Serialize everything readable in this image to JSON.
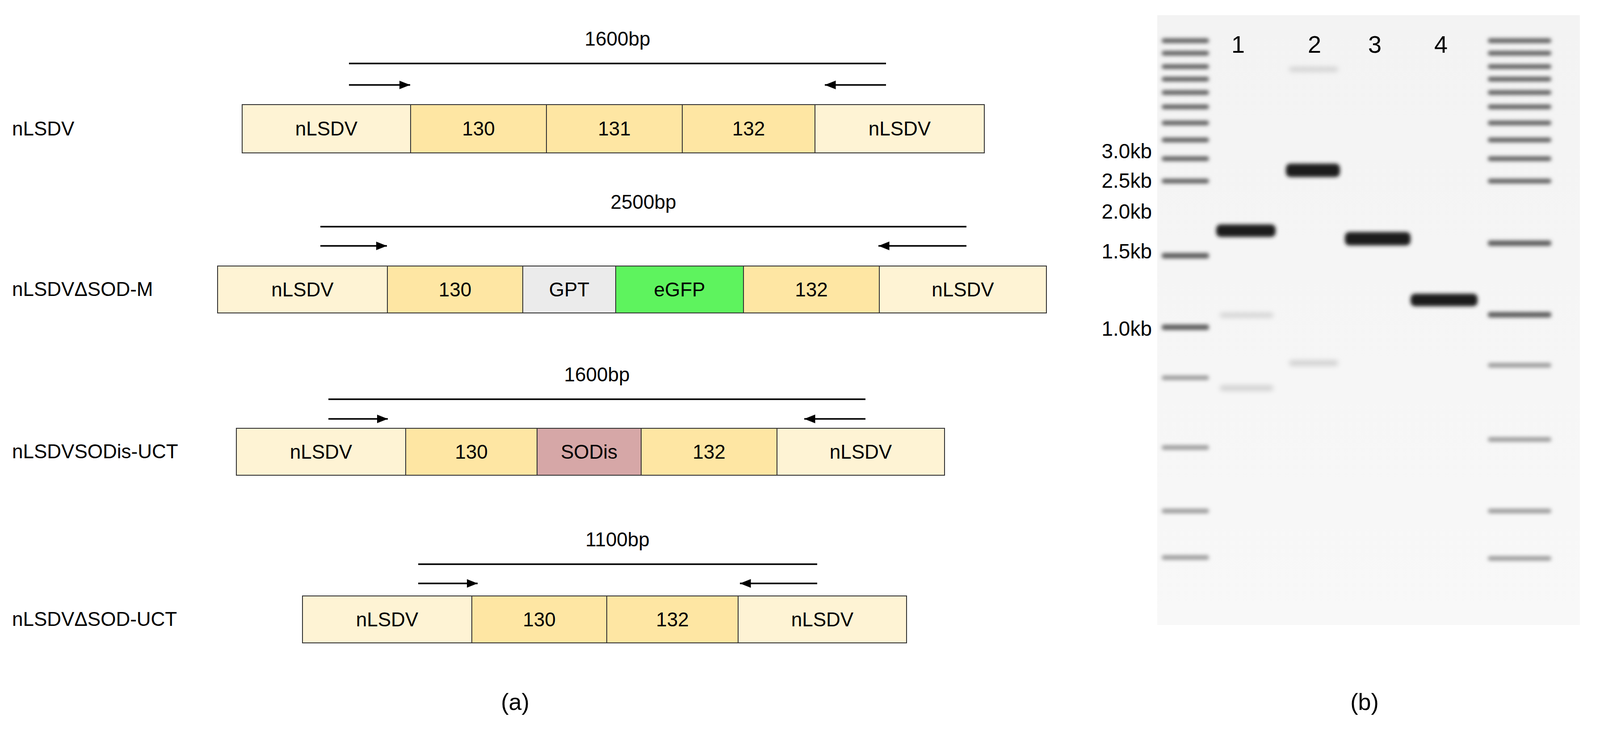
{
  "diagram": {
    "nodes": [
      {
        "text": [
          "nLSDV"
        ]
      },
      {
        "text": [
          "130"
        ]
      },
      {
        "text": [
          "131"
        ]
      },
      {
        "text": [
          "132"
        ]
      },
      {
        "text": [
          "nLSDV"
        ]
      },
      {
        "text": [
          "nLSDV"
        ]
      },
      {
        "text": [
          "130"
        ]
      },
      {
        "text": [
          "GPT"
        ]
      },
      {
        "text": [
          "eGFP"
        ]
      },
      {
        "text": [
          "132"
        ]
      },
      {
        "text": [
          "nLSDV"
        ]
      },
      {
        "text": [
          "nLSDV"
        ]
      },
      {
        "text": [
          "130"
        ]
      },
      {
        "text": [
          "SODis"
        ]
      },
      {
        "text": [
          "132"
        ]
      },
      {
        "text": [
          "nLSDV"
        ]
      },
      {
        "text": [
          "nLSDV"
        ]
      },
      {
        "text": [
          "130"
        ]
      },
      {
        "text": [
          "132"
        ]
      },
      {
        "text": [
          "nLSDV"
        ]
      }
    ],
    "labels": [
      "1600bp",
      "nLSDV",
      "2500bp",
      "nLSDVΔSOD-M",
      "1600bp",
      "nLSDVSODis-UCT",
      "1100bp",
      "nLSDVΔSOD-UCT",
      "(a)",
      "1",
      "2",
      "3",
      "4",
      "3.0kb",
      "2.5kb",
      "2.0kb",
      "1.5kb",
      "1.0kb",
      "(b)"
    ]
  }
}
